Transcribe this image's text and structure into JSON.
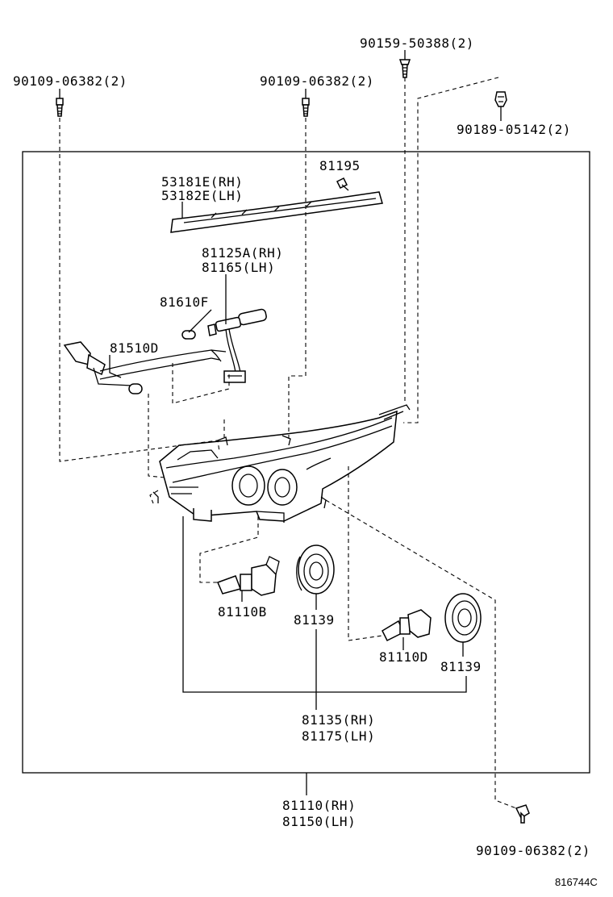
{
  "diagram": {
    "labels": {
      "bolt_top_left": "90109-06382(2)",
      "bolt_top_mid": "90109-06382(2)",
      "screw_top": "90159-50388(2)",
      "clip_right": "90189-05142(2)",
      "screw_small": "81195",
      "cover_rh": "53181E(RH)",
      "cover_lh": "53182E(LH)",
      "socket_rh": "81125A(RH)",
      "socket_lh": "81165(LH)",
      "bulb_small": "81610F",
      "bulb_side": "81510D",
      "bulb_low": "81110B",
      "cap_left": "81139",
      "bulb_high": "81110D",
      "cap_right": "81139",
      "unit_rh": "81135(RH)",
      "unit_lh": "81175(LH)",
      "assy_rh": "81110(RH)",
      "assy_lh": "81150(LH)",
      "bolt_bottom": "90109-06382(2)",
      "diagram_code": "816744C"
    }
  }
}
